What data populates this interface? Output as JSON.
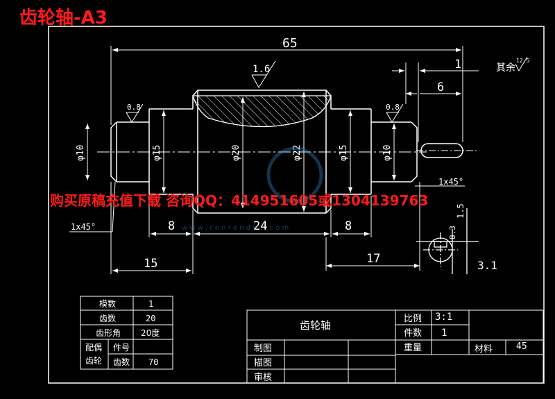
{
  "header": {
    "title": "齿轮轴-A3"
  },
  "watermark": {
    "text": "购买原稿充值下载 咨询QQ：414951605或1304139763",
    "site": "w w w . r e n r e n d o c . c o m"
  },
  "dims": {
    "total_length": "65",
    "roughness_top": "1.6",
    "roughness_left": "0.8",
    "roughness_right": "0.8",
    "d10_left": "φ10",
    "d15_left": "φ15",
    "d20": "φ20",
    "d22": "φ22",
    "d15_right": "φ15",
    "d10_right": "φ10",
    "chamfer_left": "1x45°",
    "chamfer_right": "1x45°",
    "len_8_left": "8",
    "len_24": "24",
    "len_8_right": "8",
    "len_15": "15",
    "len_17": "17",
    "key_1": "1",
    "key_6": "6",
    "key_15": "1.5",
    "key_83": "8.3",
    "key_31": "3.1",
    "rest_roughness_label": "其余",
    "rest_roughness_value": "12.5"
  },
  "gear_params": {
    "rows": [
      {
        "label": "模数",
        "value": "1"
      },
      {
        "label": "齿数",
        "value": "20"
      },
      {
        "label": "齿形角",
        "value": "20度"
      }
    ],
    "mate_label_1": "配偶",
    "mate_label_2": "齿轮",
    "part_no_label": "件号",
    "part_no_value": "",
    "teeth_label": "齿数",
    "teeth_value": "70"
  },
  "title_block": {
    "part_name": "齿轮轴",
    "scale_label": "比例",
    "scale_value": "3:1",
    "qty_label": "件数",
    "qty_value": "1",
    "weight_label": "重量",
    "material_label": "材料",
    "material_value": "45",
    "drawn_label": "制图",
    "traced_label": "描图",
    "checked_label": "审核"
  }
}
